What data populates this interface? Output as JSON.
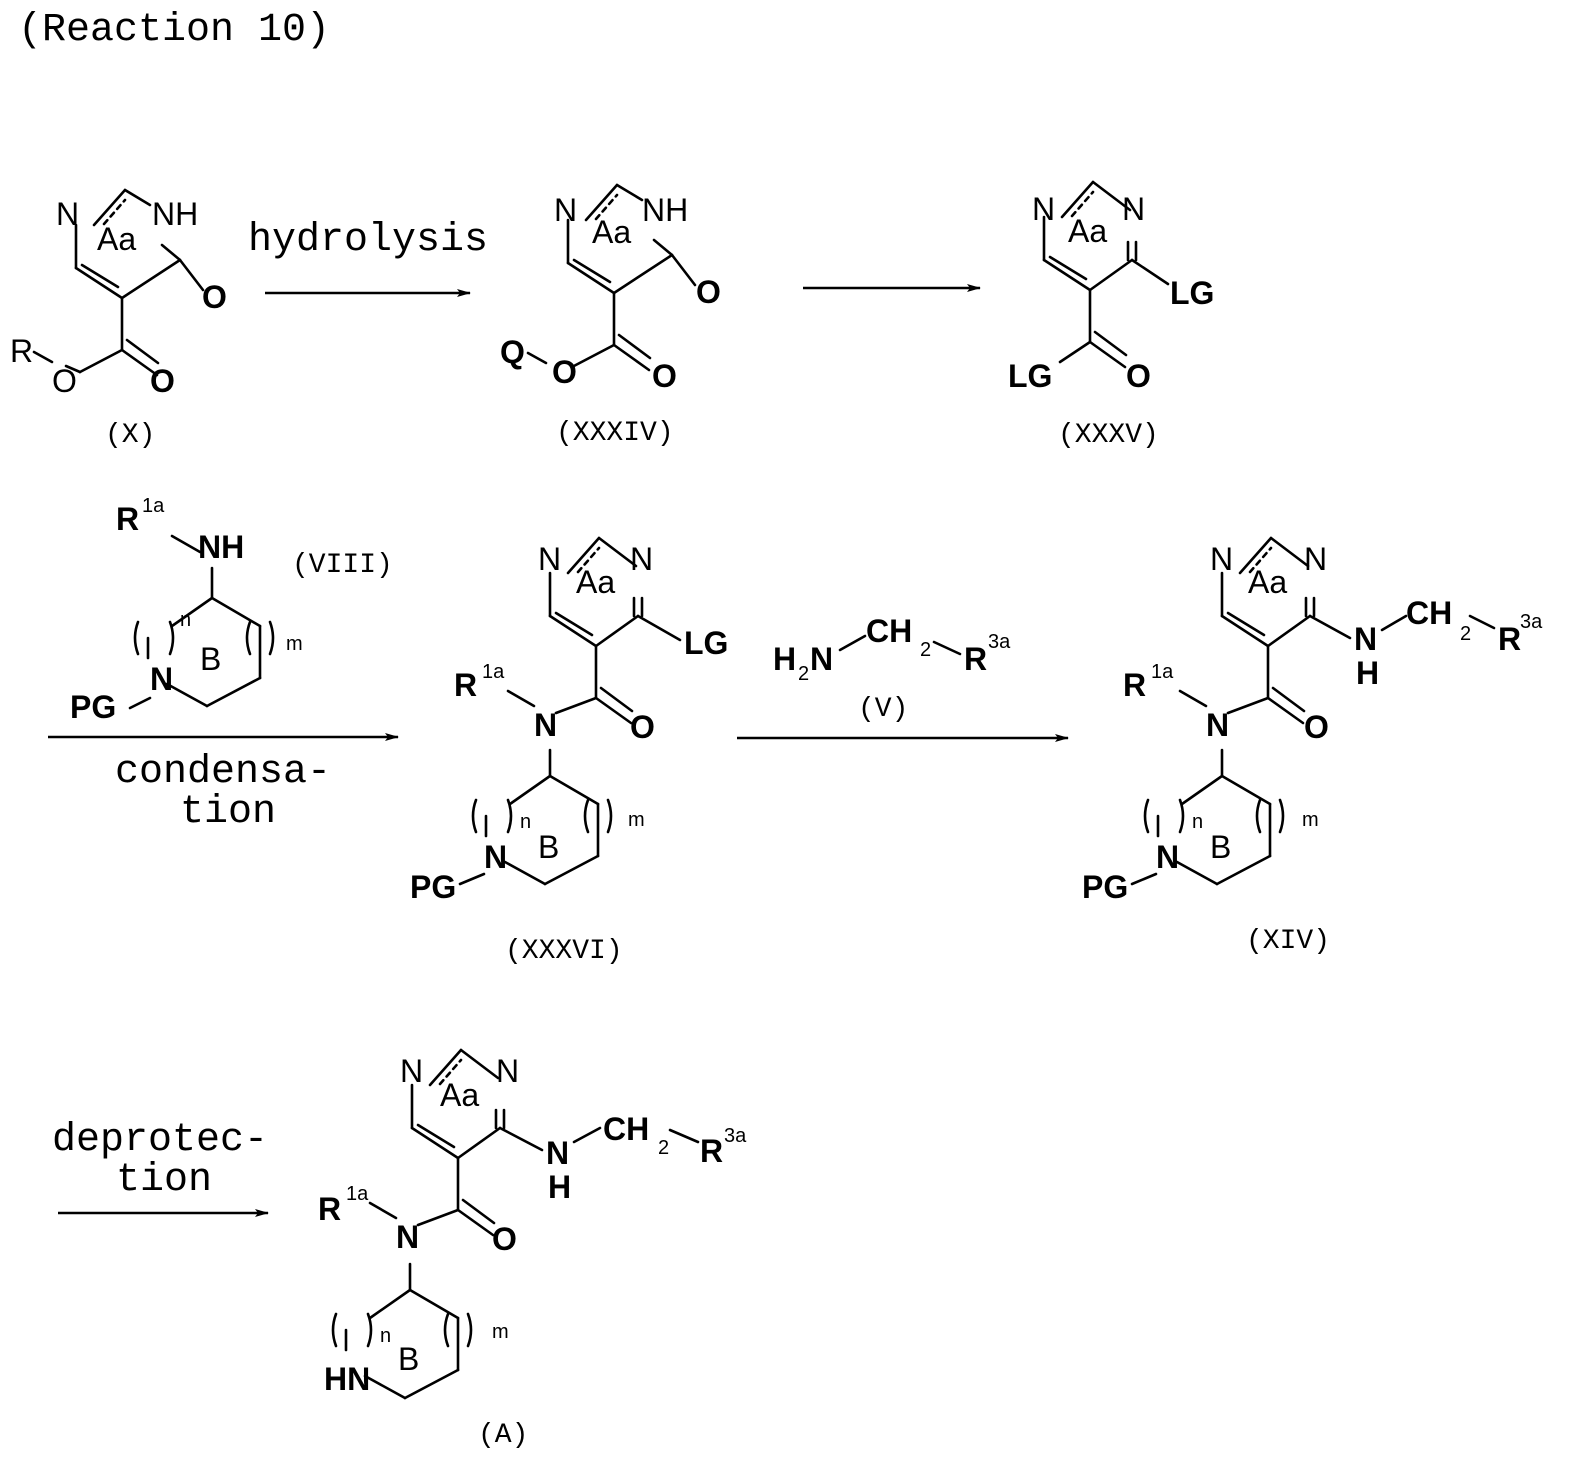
{
  "title": "(Reaction 10)",
  "steps": {
    "s1": {
      "label": "hydrolysis"
    },
    "s2": {
      "label": ""
    },
    "s3": {
      "label_line1": "condensa-",
      "label_line2": "tion"
    },
    "s4": {
      "reagent_label": "(V)"
    },
    "s5": {
      "label_line1": "deprotec-",
      "label_line2": "tion"
    }
  },
  "compounds": {
    "X": {
      "label": "(X)"
    },
    "XXXIV": {
      "label": "(XXXIV)"
    },
    "XXXV": {
      "label": "(XXXV)"
    },
    "VIII": {
      "label": "(VIII)"
    },
    "XXXVI": {
      "label": "(XXXVI)"
    },
    "XIV": {
      "label": "(XIV)"
    },
    "A": {
      "label": "(A)"
    }
  },
  "atoms": {
    "N": "N",
    "NH": "NH",
    "HN": "HN",
    "H": "H",
    "O": "O",
    "R": "R",
    "Q": "Q",
    "LG": "LG",
    "PG": "PG",
    "ring_Aa": "Aa",
    "ring_B": "B",
    "n": "n",
    "m": "m",
    "R1a_main": "R",
    "R1a_sup": "1a",
    "R3a_main": "R",
    "R3a_sup": "3a",
    "CH2_main": "CH",
    "CH2_sub": "2",
    "H2N_H": "H",
    "H2N_sub": "2",
    "H2N_N": "N"
  }
}
